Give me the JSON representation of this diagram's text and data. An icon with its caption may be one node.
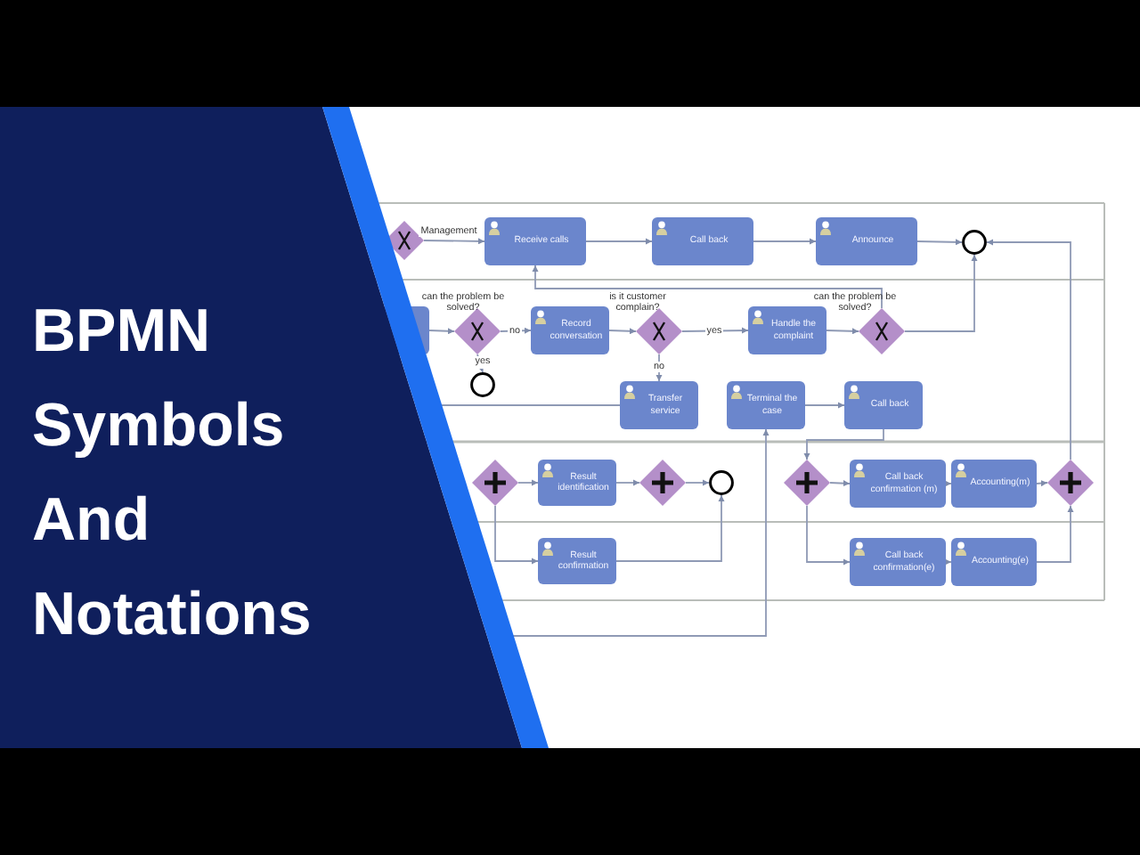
{
  "diagram": {
    "title": "BPMN Symbols And Notations",
    "nodes": [
      {
        "text": [],
        "shape": "diamond"
      },
      {
        "text": [
          "Receive calls"
        ]
      },
      {
        "text": [
          "Call back"
        ]
      },
      {
        "text": [
          "Announce"
        ]
      },
      {
        "text": [],
        "shape": "circle"
      },
      {
        "text": [],
        "shape": "box"
      },
      {
        "text": [],
        "shape": "diamond",
        "beside": [
          "can the problem be solved?"
        ]
      },
      {
        "text": [
          "Record conversation"
        ]
      },
      {
        "text": [],
        "shape": "diamond",
        "beside": [
          "is it customer complain?"
        ]
      },
      {
        "text": [
          "Handle the complaint"
        ]
      },
      {
        "text": [],
        "shape": "diamond",
        "beside": [
          "can the problem be solved?"
        ]
      },
      {
        "text": [],
        "shape": "circle"
      },
      {
        "text": [
          "Transfer service"
        ]
      },
      {
        "text": [
          "Terminal the case"
        ]
      },
      {
        "text": [
          "Call back"
        ]
      },
      {
        "text": [],
        "shape": "diamond"
      },
      {
        "text": [
          "Result identification"
        ]
      },
      {
        "text": [],
        "shape": "diamond"
      },
      {
        "text": [],
        "shape": "circle"
      },
      {
        "text": [
          "Result confirmation"
        ]
      },
      {
        "text": [],
        "shape": "diamond"
      },
      {
        "text": [
          "Call back confirmation (m)"
        ]
      },
      {
        "text": [
          "Accounting(m)"
        ]
      },
      {
        "text": [],
        "shape": "diamond"
      },
      {
        "text": [
          "Call back confirmation(e)"
        ]
      },
      {
        "text": [
          "Accounting(e)"
        ]
      }
    ],
    "edges": [
      {
        "from": 0,
        "to": 1,
        "arrow": "to",
        "label": "Management"
      },
      {
        "from": 1,
        "to": 2,
        "arrow": "to"
      },
      {
        "from": 2,
        "to": 3,
        "arrow": "to"
      },
      {
        "from": 3,
        "to": 4,
        "arrow": "to"
      },
      {
        "from": 23,
        "to": 4,
        "arrow": "to"
      },
      {
        "from": 10,
        "to": 1,
        "arrow": "to"
      },
      {
        "from": 10,
        "to": 4,
        "arrow": "to"
      },
      {
        "from": 5,
        "to": 6,
        "arrow": "to"
      },
      {
        "from": 6,
        "to": 7,
        "arrow": "to",
        "label": "no"
      },
      {
        "from": 6,
        "to": 11,
        "arrow": "to",
        "label": "yes"
      },
      {
        "from": 7,
        "to": 8,
        "arrow": "to"
      },
      {
        "from": 8,
        "to": 9,
        "arrow": "to",
        "label": "yes"
      },
      {
        "from": 8,
        "to": 12,
        "arrow": "to",
        "label": "no"
      },
      {
        "from": 9,
        "to": 10,
        "arrow": "to"
      },
      {
        "from": 12,
        "to": null,
        "arrow": "none"
      },
      {
        "from": 13,
        "to": 14,
        "arrow": "to"
      },
      {
        "from": 14,
        "to": 20,
        "arrow": "to"
      },
      {
        "from": null,
        "to": 13,
        "arrow": "to"
      },
      {
        "from": 15,
        "to": 16,
        "arrow": "to"
      },
      {
        "from": 15,
        "to": 19,
        "arrow": "to"
      },
      {
        "from": 16,
        "to": 17,
        "arrow": "to"
      },
      {
        "from": 17,
        "to": 18,
        "arrow": "to"
      },
      {
        "from": 19,
        "to": 18,
        "arrow": "to"
      },
      {
        "from": 20,
        "to": 21,
        "arrow": "to"
      },
      {
        "from": 20,
        "to": 24,
        "arrow": "to"
      },
      {
        "from": 21,
        "to": 22,
        "arrow": "to"
      },
      {
        "from": 22,
        "to": 23,
        "arrow": "to"
      },
      {
        "from": 24,
        "to": 25,
        "arrow": "to"
      },
      {
        "from": 25,
        "to": 23,
        "arrow": "to"
      }
    ]
  }
}
